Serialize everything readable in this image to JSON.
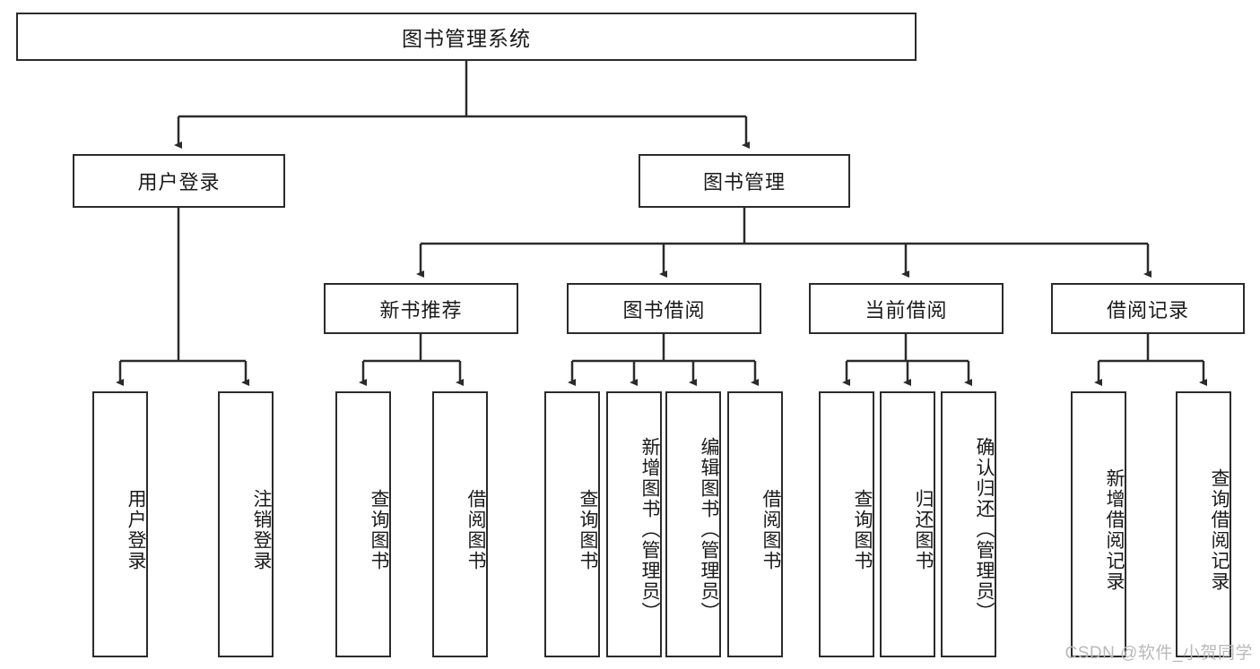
{
  "diagram": {
    "type": "tree-hierarchy",
    "title": "图书管理系统",
    "root": {
      "label": "图书管理系统"
    },
    "level2": [
      {
        "label": "用户登录"
      },
      {
        "label": "图书管理"
      }
    ],
    "level3": [
      {
        "label": "新书推荐"
      },
      {
        "label": "图书借阅"
      },
      {
        "label": "当前借阅"
      },
      {
        "label": "借阅记录"
      }
    ],
    "leaves": {
      "user_login": [
        {
          "label": "用户登录"
        },
        {
          "label": "注销登录"
        }
      ],
      "new_book_recommend": [
        {
          "label": "查询图书"
        },
        {
          "label": "借阅图书"
        }
      ],
      "book_borrow": [
        {
          "label": "查询图书"
        },
        {
          "label": "新增图书（管理员）"
        },
        {
          "label": "编辑图书（管理员）"
        },
        {
          "label": "借阅图书"
        }
      ],
      "current_borrow": [
        {
          "label": "查询图书"
        },
        {
          "label": "归还图书"
        },
        {
          "label": "确认归还（管理员）"
        }
      ],
      "borrow_records": [
        {
          "label": "新增借阅记录"
        },
        {
          "label": "查询借阅记录"
        }
      ]
    }
  },
  "watermark": {
    "text": "CSDN @软件_小贺同学"
  },
  "colors": {
    "border": "#2b2b2b",
    "text": "#1a1a1a",
    "background": "#ffffff",
    "watermark": "#b9b9b9"
  }
}
